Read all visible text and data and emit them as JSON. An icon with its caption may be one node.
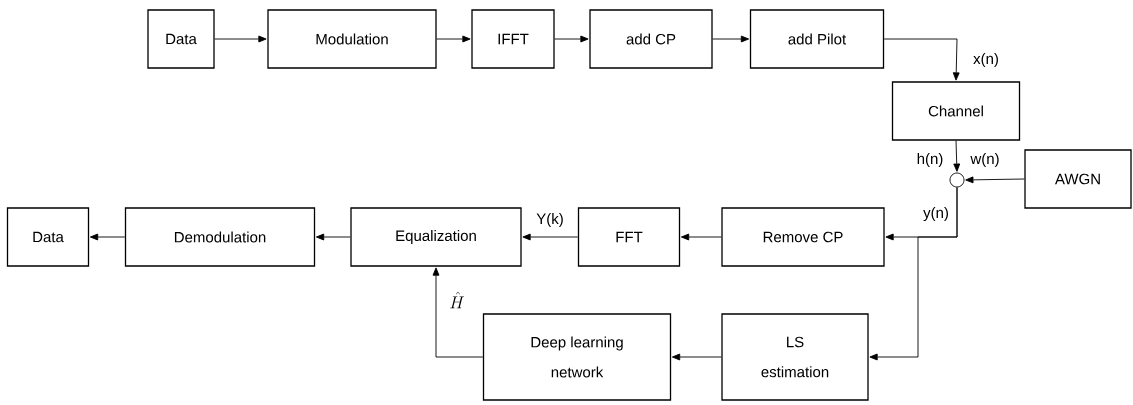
{
  "diagram": {
    "nodes": [
      {
        "text": [
          "Data"
        ]
      },
      {
        "text": [
          "Modulation"
        ]
      },
      {
        "text": [
          "IFFT"
        ]
      },
      {
        "text": [
          "add CP"
        ]
      },
      {
        "text": [
          "add Pilot"
        ]
      },
      {
        "text": [
          "Channel"
        ]
      },
      {
        "text": [],
        "shape": "circle"
      },
      {
        "text": [
          "AWGN"
        ]
      },
      {
        "text": [
          "Remove CP"
        ]
      },
      {
        "text": [
          "FFT"
        ]
      },
      {
        "text": [
          "Equalization"
        ]
      },
      {
        "text": [
          "Demodulation"
        ]
      },
      {
        "text": [
          "Data"
        ]
      },
      {
        "text": [
          "LS estimation"
        ]
      },
      {
        "text": [
          "Deep learning network"
        ]
      }
    ],
    "edges": [
      {
        "from": 0,
        "to": 1,
        "arrow": "to"
      },
      {
        "from": 1,
        "to": 2,
        "arrow": "to"
      },
      {
        "from": 2,
        "to": 3,
        "arrow": "to"
      },
      {
        "from": 3,
        "to": 4,
        "arrow": "to"
      },
      {
        "from": 4,
        "to": 5,
        "arrow": "to",
        "label": "x(n)"
      },
      {
        "from": 5,
        "to": 6,
        "arrow": "to",
        "label": "h(n)"
      },
      {
        "from": 7,
        "to": 6,
        "arrow": "to",
        "label": "w(n)"
      },
      {
        "from": 6,
        "to": 8,
        "arrow": "to",
        "label": "y(n)"
      },
      {
        "from": 6,
        "to": 13,
        "arrow": "to"
      },
      {
        "from": 8,
        "to": 9,
        "arrow": "to"
      },
      {
        "from": 9,
        "to": 10,
        "arrow": "to",
        "label": "Y(k)"
      },
      {
        "from": 10,
        "to": 11,
        "arrow": "to"
      },
      {
        "from": 11,
        "to": 12,
        "arrow": "to"
      },
      {
        "from": 13,
        "to": 14,
        "arrow": "to"
      },
      {
        "from": 14,
        "to": 10,
        "arrow": "to",
        "label": "\\hat{H}"
      }
    ]
  }
}
